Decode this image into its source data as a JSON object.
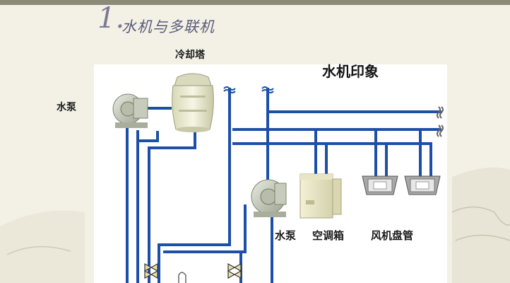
{
  "slide": {
    "title_number": "1.",
    "title_text": "水机与多联机"
  },
  "diagram": {
    "heading": "水机印象",
    "labels": {
      "cooling_tower": "冷却塔",
      "pump_left": "水泵",
      "pump_second": "水泵",
      "air_handler": "空调箱",
      "fan_coil": "风机盘管"
    }
  },
  "colors": {
    "pipe": "#1d4fa8",
    "title": "#6e6e8c",
    "topbar": "#8c8a78"
  }
}
